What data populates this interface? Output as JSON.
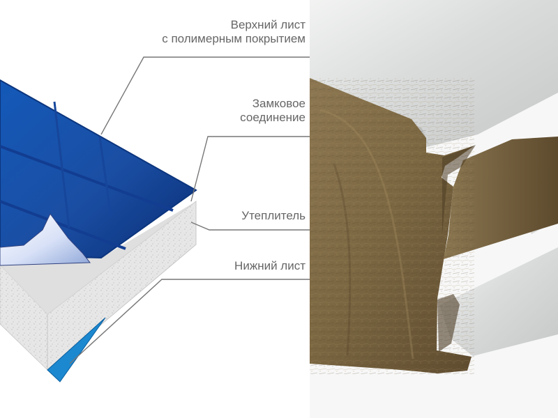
{
  "diagram": {
    "labels": {
      "top_sheet_line_1": "Верхний лист",
      "top_sheet_line_2": "с полимерным покрытием",
      "lock_joint_line_1": "Замковое",
      "lock_joint_line_2": "соединение",
      "insulation": "Утеплитель",
      "bottom_sheet": "Нижний лист"
    },
    "colors": {
      "top_sheet": "#1a4ea3",
      "top_sheet_dark": "#0c357d",
      "film": "#c8d5f2",
      "insulation": "#e6e6e6",
      "bottom_sheet": "#1c88cf",
      "leader_lines": "#777777"
    }
  },
  "photo": {
    "colors": {
      "metal_sheet": "#d8dad8",
      "mineral_wool": "#7c6842",
      "mineral_wool_light": "#9a8559",
      "shadow": "#4d3c25"
    }
  }
}
